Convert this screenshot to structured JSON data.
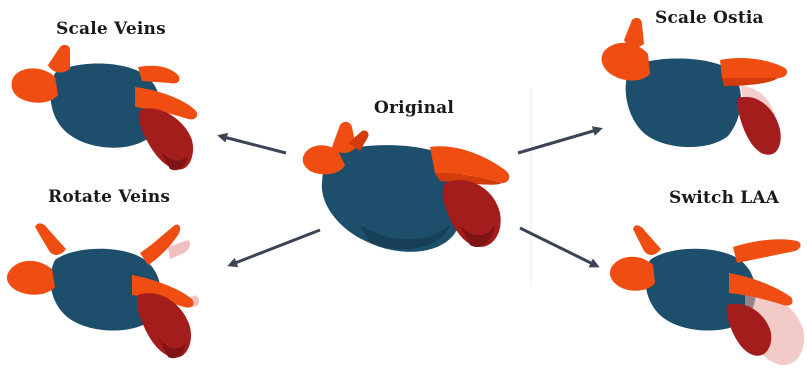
{
  "figure": {
    "center_label": "Original",
    "variants": [
      {
        "label": "Scale Veins"
      },
      {
        "label": "Rotate Veins"
      },
      {
        "label": "Scale Ostia"
      },
      {
        "label": "Switch LAA"
      }
    ]
  },
  "colors": {
    "body": "#1d4e6b",
    "body_shade": "#173f57",
    "veins": "#ef4d12",
    "veins_shade": "#d33c0a",
    "appendage": "#a31d1d",
    "appendage_shade": "#7e1414",
    "ghost": "#e9a6a2",
    "arrow": "#3b4556"
  }
}
